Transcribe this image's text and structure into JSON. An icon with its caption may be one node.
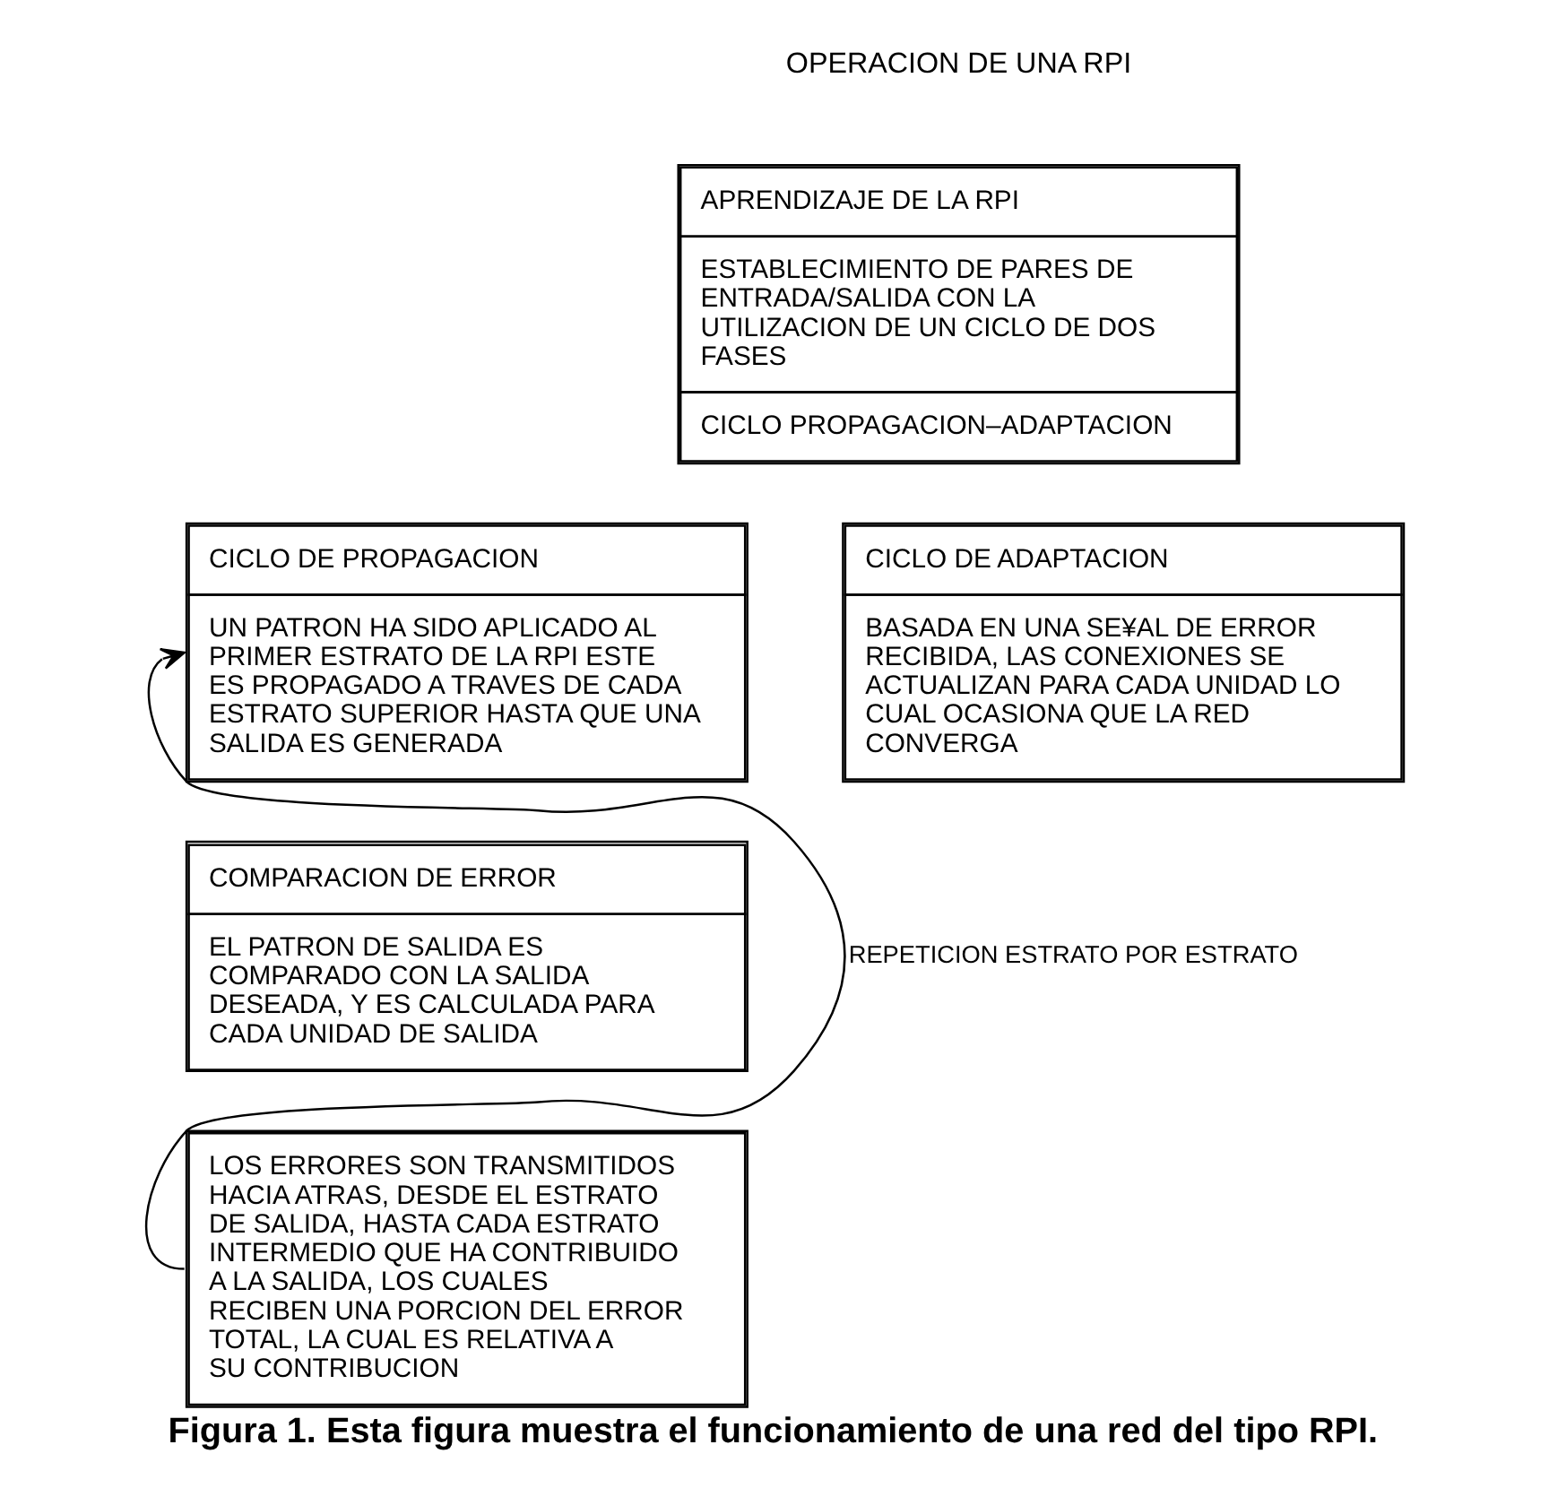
{
  "diagram": {
    "title": "OPERACION DE UNA RPI",
    "caption": "Figura 1. Esta figura muestra el funcionamiento de una red del tipo RPI.",
    "nodes": [
      {
        "text": [
          "APRENDIZAJE DE LA RPI",
          "ESTABLECIMIENTO DE PARES DE ENTRADA/SALIDA CON LA UTILIZACION DE UN CICLO DE DOS FASES",
          "CICLO PROPAGACION–ADAPTACION"
        ]
      },
      {
        "text": [
          "CICLO DE PROPAGACION",
          "UN PATRON HA SIDO APLICADO AL PRIMER ESTRATO DE LA RPI ESTE ES PROPAGADO A TRAVES DE CADA ESTRATO SUPERIOR HASTA QUE UNA SALIDA ES GENERADA"
        ]
      },
      {
        "text": [
          "COMPARACION DE ERROR",
          "EL PATRON DE SALIDA ES COMPARADO CON LA SALIDA DESEADA, Y ES CALCULADA PARA CADA UNIDAD DE SALIDA"
        ]
      },
      {
        "text": [
          "LOS ERRORES SON TRANSMITIDOS HACIA ATRAS, DESDE EL ESTRATO DE SALIDA, HASTA CADA ESTRATO INTERMEDIO QUE HA CONTRIBUIDO A LA SALIDA, LOS CUALES RECIBEN UNA PORCION DEL ERROR TOTAL, LA CUAL ES RELATIVA A SU CONTRIBUCION"
        ]
      },
      {
        "text": [
          "CICLO DE ADAPTACION",
          "BASADA EN UNA SE¥AL DE ERROR RECIBIDA, LAS CONEXIONES SE ACTUALIZAN PARA CADA UNIDAD LO CUAL OCASIONA QUE LA RED CONVERGA"
        ]
      }
    ],
    "edges": [
      {
        "from": 3,
        "to": 1,
        "arrow": "to",
        "label": "REPETICION ESTRATO POR ESTRATO"
      }
    ]
  }
}
